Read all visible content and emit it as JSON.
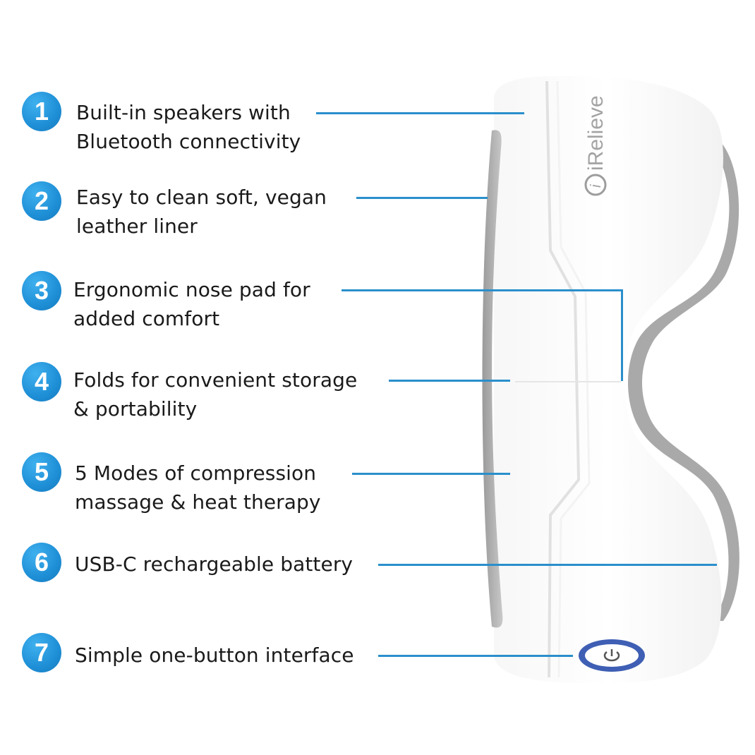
{
  "brand": {
    "logo_text": "iRelieve",
    "accent_color": "#2a8fcc",
    "button_ring_color": "#3f5fb4"
  },
  "features": [
    {
      "number": "1",
      "lines": [
        "Built-in speakers with",
        "Bluetooth connectivity"
      ]
    },
    {
      "number": "2",
      "lines": [
        "Easy to clean soft, vegan",
        "leather liner"
      ]
    },
    {
      "number": "3",
      "lines": [
        "Ergonomic nose pad for",
        "added comfort"
      ]
    },
    {
      "number": "4",
      "lines": [
        "Folds for convenient storage",
        "& portability"
      ]
    },
    {
      "number": "5",
      "lines": [
        "5 Modes of compression",
        "massage & heat therapy"
      ]
    },
    {
      "number": "6",
      "lines": [
        "USB-C rechargeable battery"
      ]
    },
    {
      "number": "7",
      "lines": [
        "Simple one-button interface"
      ]
    }
  ],
  "icons": {
    "device": "eye-massager-device",
    "power": "power-icon"
  }
}
